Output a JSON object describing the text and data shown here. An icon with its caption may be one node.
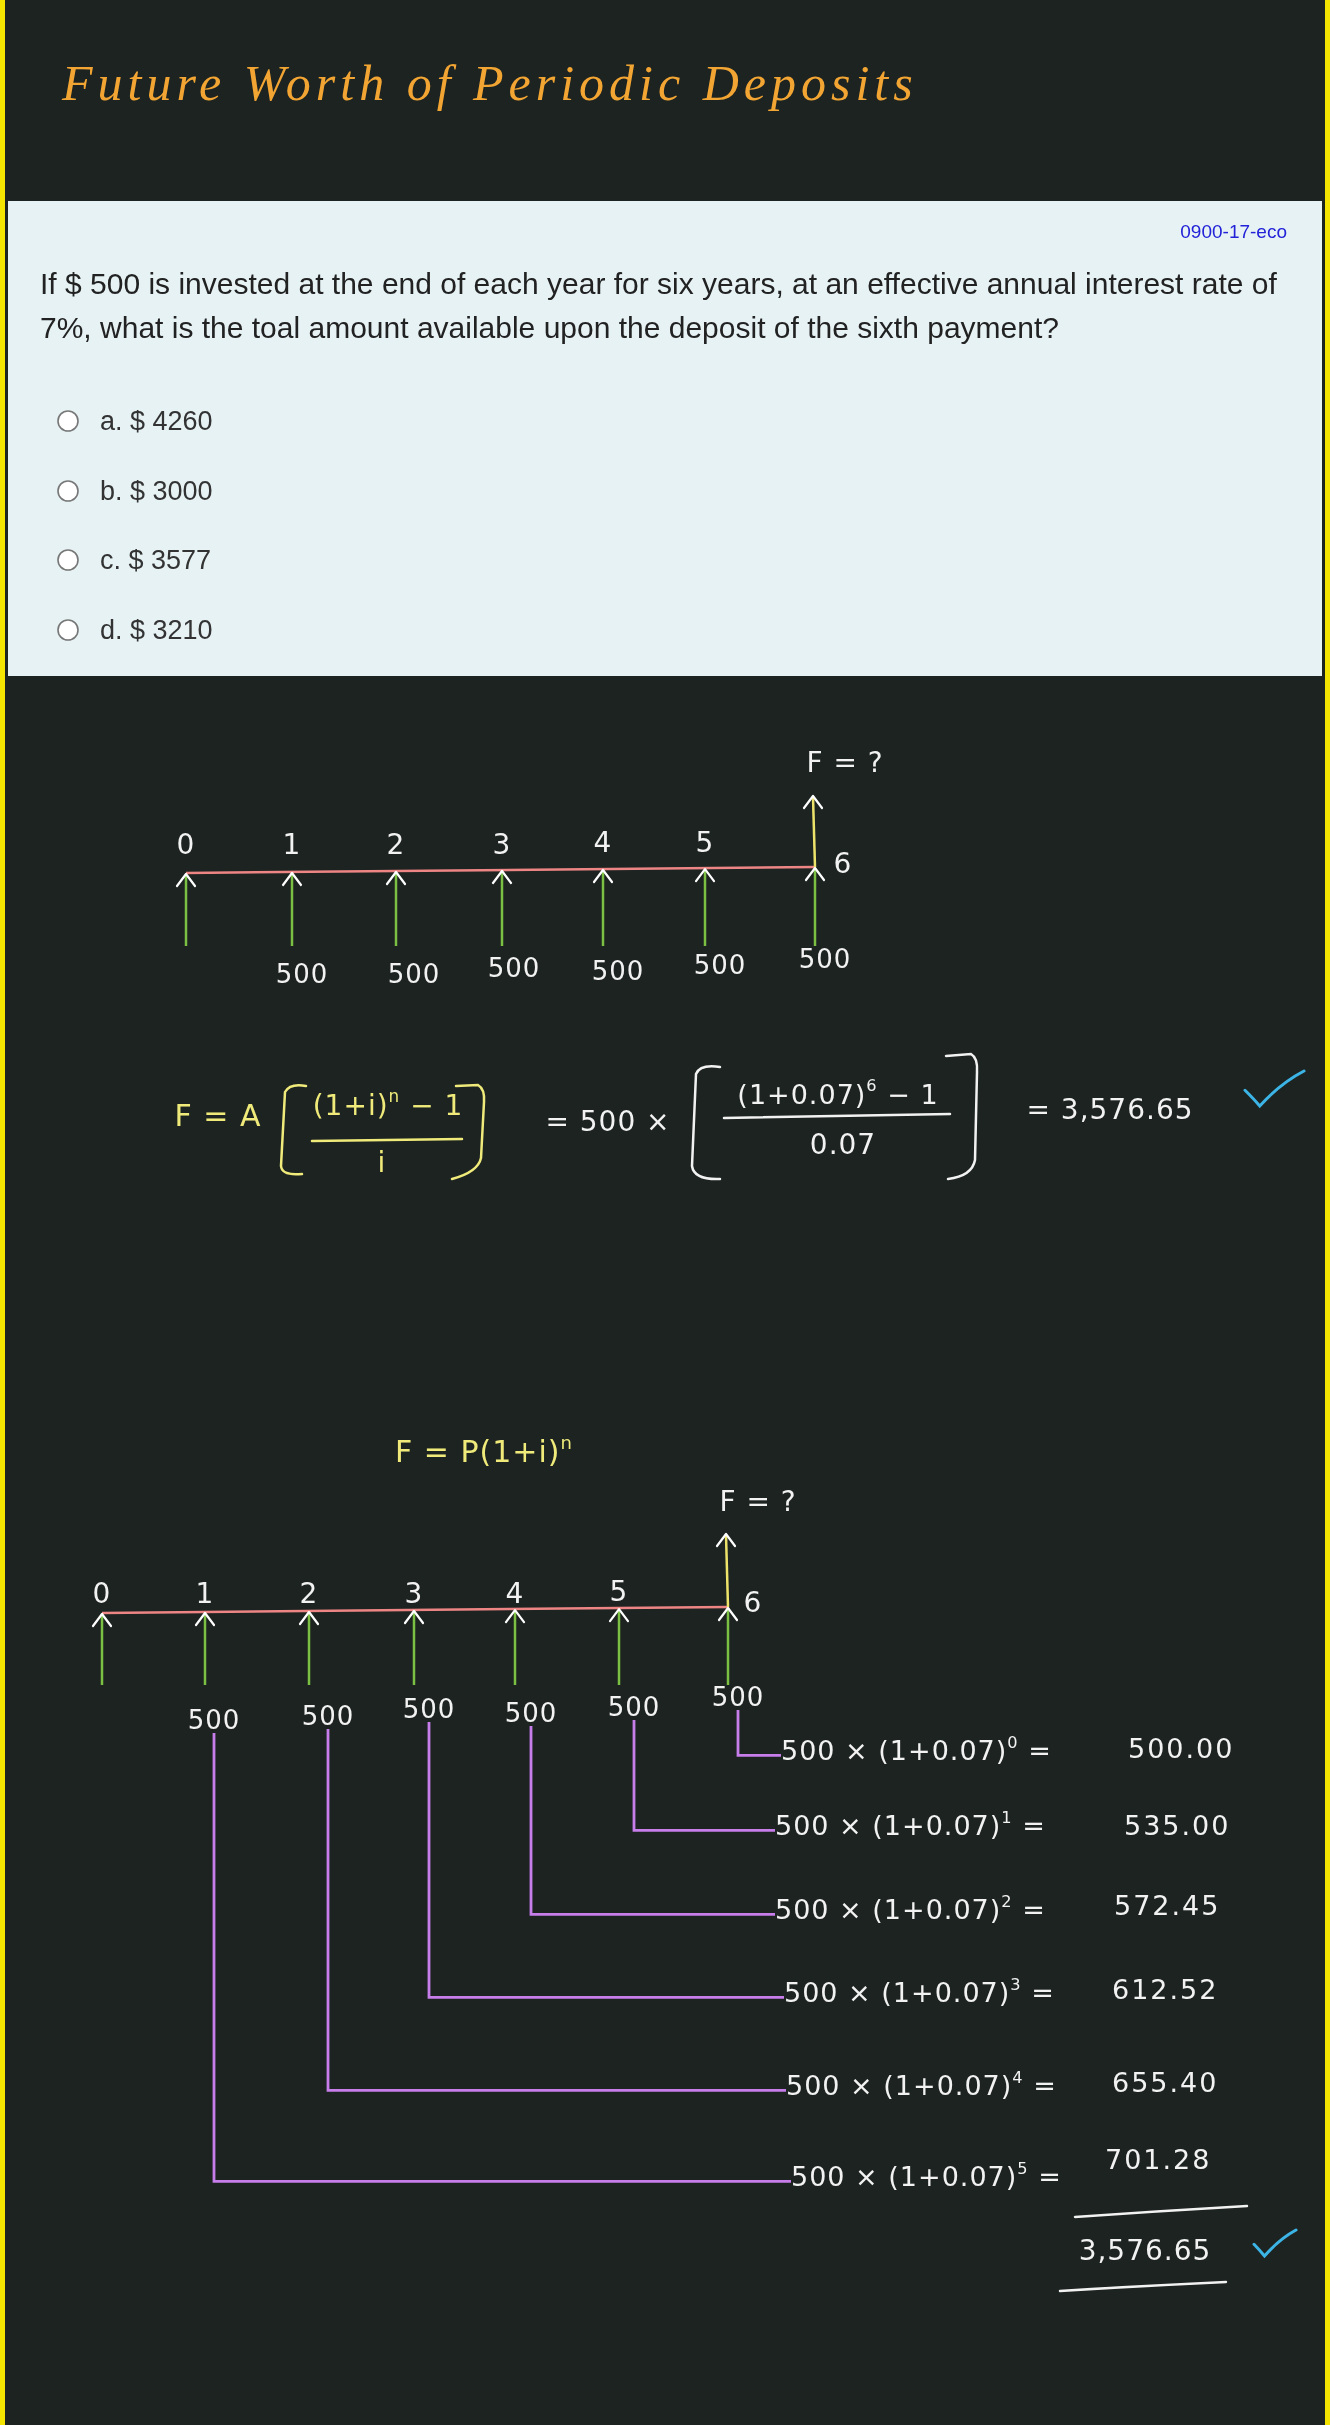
{
  "diagram": {
    "title": "Future Worth of Periodic Deposits",
    "nodes": [
      {
        "text": [
          "0900-17-eco",
          "If $ 500 is invested at the end of each year for six years, at an effective annual interest rate of 7%, what is the toal amount available upon the deposit of the sixth payment?",
          "a. $ 4260",
          "b. $ 3000",
          "c. $ 3577",
          "d. $ 3210"
        ]
      },
      {
        "text": [
          "500"
        ]
      },
      {
        "text": [
          "500"
        ]
      },
      {
        "text": [
          "500"
        ]
      },
      {
        "text": [
          "500"
        ]
      },
      {
        "text": [
          "500"
        ]
      },
      {
        "text": [
          "500"
        ]
      },
      {
        "text": [
          "500 × (1+0.07)$^{0}$ =",
          "500.00"
        ]
      },
      {
        "text": [
          "500 × (1+0.07)$^{1}$ =",
          "535.00"
        ]
      },
      {
        "text": [
          "500 × (1+0.07)$^{2}$ =",
          "572.45"
        ]
      },
      {
        "text": [
          "500 × (1+0.07)$^{3}$ =",
          "612.52"
        ]
      },
      {
        "text": [
          "500 × (1+0.07)$^{4}$ =",
          "655.40"
        ]
      },
      {
        "text": [
          "500 × (1+0.07)$^{5}$ =",
          "701.28"
        ]
      }
    ],
    "edges": [
      {
        "from": 6,
        "to": 7,
        "arrow": "none"
      },
      {
        "from": 5,
        "to": 8,
        "arrow": "none"
      },
      {
        "from": 4,
        "to": 9,
        "arrow": "none"
      },
      {
        "from": 3,
        "to": 10,
        "arrow": "none"
      },
      {
        "from": 2,
        "to": 11,
        "arrow": "none"
      },
      {
        "from": 1,
        "to": 12,
        "arrow": "none"
      }
    ],
    "labels": [
      "F = ?",
      "0",
      "1",
      "2",
      "3",
      "4",
      "5",
      "6",
      "500",
      "500",
      "500",
      "500",
      "500",
      "500",
      "F = A",
      "(1+i)$^{n}$ − 1",
      "i",
      "= 500 ×",
      "(1+0.07)$^{6}$ − 1",
      "0.07",
      "= 3,576.65",
      "F = P(1+i)$^{n}$",
      "F = ?",
      "0",
      "1",
      "2",
      "3",
      "4",
      "5",
      "6",
      "3,576.65"
    ]
  }
}
